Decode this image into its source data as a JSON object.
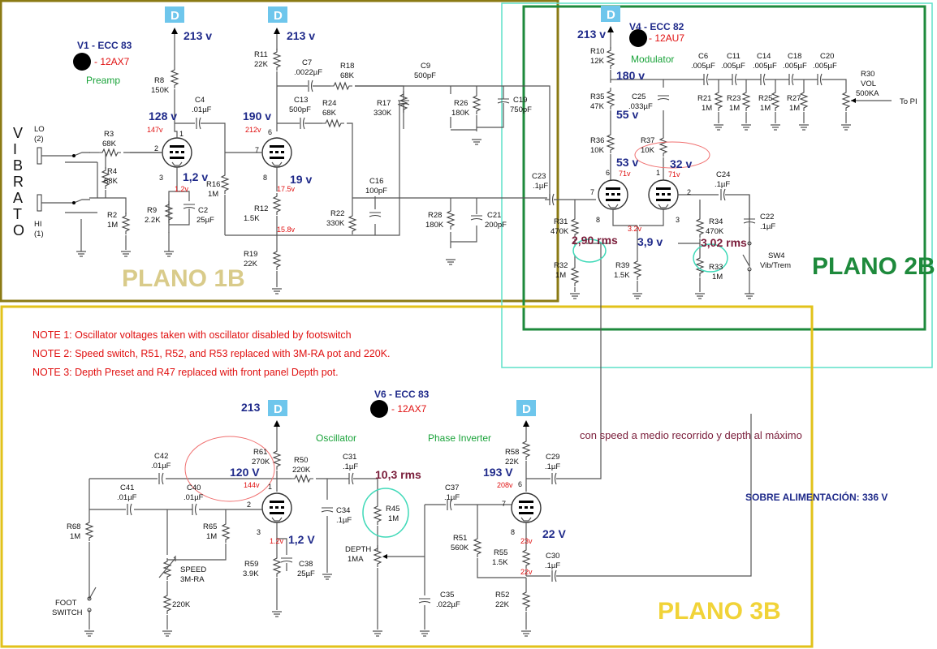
{
  "planos": {
    "p1b": "PLANO 1B",
    "p2b": "PLANO 2B",
    "p3b": "PLANO 3B"
  },
  "colors": {
    "p1b": "#8b7a14",
    "p2b": "#1e8a3c",
    "p3b": "#e2c21a",
    "cyan": "#5fe0c9",
    "supply": "#6ec6ec"
  },
  "supply_label": "D",
  "tubes": {
    "v1": {
      "name": "V1 - ECC 83",
      "type": "- 12AX7",
      "role": "Preamp"
    },
    "v4": {
      "name": "V4 - ECC 82",
      "type": "- 12AU7",
      "role": "Modulator"
    },
    "v6": {
      "name": "V6 - ECC 83",
      "type": "- 12AX7",
      "role_osc": "Oscillator",
      "role_pi": "Phase Inverter"
    }
  },
  "vibrato_letters": [
    "V",
    "I",
    "B",
    "R",
    "A",
    "T",
    "O"
  ],
  "jacks": {
    "lo": "LO",
    "lo_num": "(2)",
    "hi": "HI",
    "hi_num": "(1)"
  },
  "notes": [
    "NOTE 1: Oscillator voltages taken with oscillator disabled by footswitch",
    "NOTE 2: Speed switch, R51, R52, and R53 replaced with 3M-RA pot and 220K.",
    "NOTE 3: Depth Preset and R47 replaced with front panel Depth pot."
  ],
  "comment": "con speed a medio recorrido y depth al máximo",
  "overvoltage": "SOBRE ALIMENTACIÓN: 336 V",
  "to_pi": "To PI",
  "sw4": {
    "name": "SW4",
    "desc": "Vib/Trem"
  },
  "foot": {
    "l1": "FOOT",
    "l2": "SWITCH"
  },
  "speed": {
    "l1": "SPEED",
    "l2": "3M-RA"
  },
  "depth": {
    "l1": "DEPTH",
    "l2": "1MA"
  },
  "voltages": {
    "v213a": "213 v",
    "v213b": "213 v",
    "v213c": "213 v",
    "v213d": "213",
    "v128": "128 v",
    "v147": "147v",
    "v12a": "1,2 v",
    "v12ar": "1.2v",
    "v190": "190 v",
    "v212": "212v",
    "v19": "19 v",
    "v175": "17.5v",
    "v158": "15.8v",
    "v180": "180 v",
    "v55": "55 v",
    "v53": "53 v",
    "v71a": "71v",
    "v32": "32 v",
    "v71b": "71v",
    "v39": "3,9 v",
    "v32r": "3.2v",
    "v120": "120 V",
    "v144": "144v",
    "v12b": "1,2 V",
    "v12br": "1.2v",
    "v193": "193 V",
    "v208": "208v",
    "v22": "22 V",
    "v23": "23v",
    "v22r": "22v"
  },
  "rms": {
    "r290": "2,90 rms",
    "r302": "3,02 rms",
    "r103": "10,3 rms"
  },
  "components": {
    "R8": [
      "R8",
      "150K"
    ],
    "C4": [
      "C4",
      ".01µF"
    ],
    "R3": [
      "R3",
      "68K"
    ],
    "R4": [
      "R4",
      "68K"
    ],
    "R2": [
      "R2",
      "1M"
    ],
    "R9": [
      "R9",
      "2.2K"
    ],
    "C2": [
      "C2",
      "25µF"
    ],
    "R16": [
      "R16",
      "1M"
    ],
    "R11": [
      "R11",
      "22K"
    ],
    "C7": [
      "C7",
      ".0022µF"
    ],
    "C13": [
      "C13",
      "500pF"
    ],
    "R18": [
      "R18",
      "68K"
    ],
    "R24": [
      "R24",
      "68K"
    ],
    "C9": [
      "C9",
      "500pF"
    ],
    "R17": [
      "R17",
      "330K"
    ],
    "R26": [
      "R26",
      "180K"
    ],
    "C19": [
      "C19",
      "750pF"
    ],
    "R12": [
      "R12",
      "1.5K"
    ],
    "R19": [
      "R19",
      "22K"
    ],
    "R22": [
      "R22",
      "330K"
    ],
    "C16": [
      "C16",
      "100pF"
    ],
    "R28": [
      "R28",
      "180K"
    ],
    "C21": [
      "C21",
      "200pF"
    ],
    "C23": [
      "C23",
      ".1µF"
    ],
    "R10": [
      "R10",
      "12K"
    ],
    "R35": [
      "R35",
      "47K"
    ],
    "C25": [
      "C25",
      ".033µF"
    ],
    "R36": [
      "R36",
      "10K"
    ],
    "R37": [
      "R37",
      "10K"
    ],
    "C6": [
      "C6",
      ".005µF"
    ],
    "C11": [
      "C11",
      ".005µF"
    ],
    "C14": [
      "C14",
      ".005µF"
    ],
    "C18": [
      "C18",
      ".005µF"
    ],
    "C20": [
      "C20",
      ".005µF"
    ],
    "R21": [
      "R21",
      "1M"
    ],
    "R23": [
      "R23",
      "1M"
    ],
    "R25": [
      "R25",
      "1M"
    ],
    "R27": [
      "R27",
      "1M"
    ],
    "R30": [
      "R30",
      "VOL",
      "500KA"
    ],
    "C24": [
      "C24",
      ".1µF"
    ],
    "C22": [
      "C22",
      ".1µF"
    ],
    "R31": [
      "R31",
      "470K"
    ],
    "R32": [
      "R32",
      "1M"
    ],
    "R39": [
      "R39",
      "1.5K"
    ],
    "R34": [
      "R34",
      "470K"
    ],
    "R33": [
      "R33",
      "1M"
    ],
    "C42": [
      "C42",
      ".01µF"
    ],
    "C41": [
      "C41",
      ".01µF"
    ],
    "C40": [
      "C40",
      ".01µF"
    ],
    "R68": [
      "R68",
      "1M"
    ],
    "R65": [
      "R65",
      "1M"
    ],
    "R220": [
      "220K"
    ],
    "R61": [
      "R61",
      "270K"
    ],
    "R50": [
      "R50",
      "220K"
    ],
    "C31": [
      "C31",
      ".1µF"
    ],
    "C34": [
      "C34",
      ".1µF"
    ],
    "R59": [
      "R59",
      "3.9K"
    ],
    "C38": [
      "C38",
      "25µF"
    ],
    "R45": [
      "R45",
      "1M"
    ],
    "C37": [
      "C37",
      ".1µF"
    ],
    "C35": [
      "C35",
      ".022µF"
    ],
    "R51": [
      "R51",
      "560K"
    ],
    "R58": [
      "R58",
      "22K"
    ],
    "C29": [
      "C29",
      ".1µF"
    ],
    "R55": [
      "R55",
      "1.5K"
    ],
    "C30": [
      "C30",
      ".1µF"
    ],
    "R52": [
      "R52",
      "22K"
    ]
  },
  "pins": {
    "p1": "1",
    "p2": "2",
    "p3": "3",
    "p6": "6",
    "p7": "7",
    "p8": "8"
  }
}
